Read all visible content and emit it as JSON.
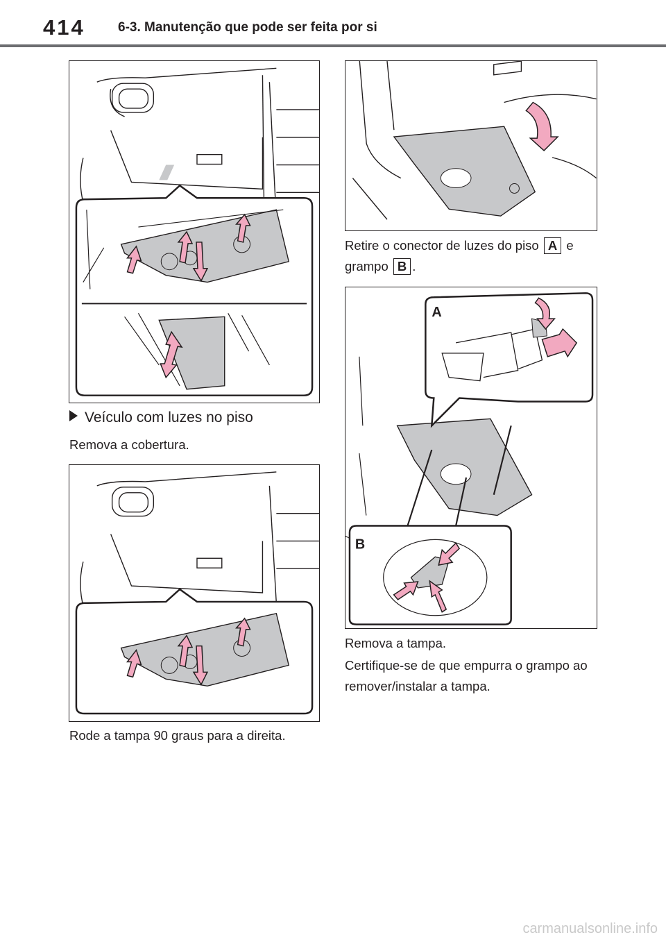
{
  "header": {
    "page_number": "414",
    "section_title": "6-3. Manutenção que pode ser feita por si"
  },
  "left": {
    "bullet_heading": "Veículo com luzes no piso",
    "step1": "Remova a cobertura.",
    "step2": "Rode a tampa 90 graus para a direita."
  },
  "right": {
    "step3_part1": "Retire o conector de luzes do piso",
    "label_a": "A",
    "step3_part2": "e",
    "step3_part3": "grampo",
    "label_b": "B",
    "step3_part4": ".",
    "callout_a": "A",
    "callout_b": "B",
    "step4": "Remova a tampa.",
    "step5": "Certifique-se de que empurra o grampo ao remover/instalar a tampa."
  },
  "footer": {
    "watermark": "carmanualsonline.info"
  },
  "colors": {
    "arrow_pink": "#f2a9c0",
    "panel_gray": "#c7c8ca",
    "header_rule": "#6d6e71"
  }
}
